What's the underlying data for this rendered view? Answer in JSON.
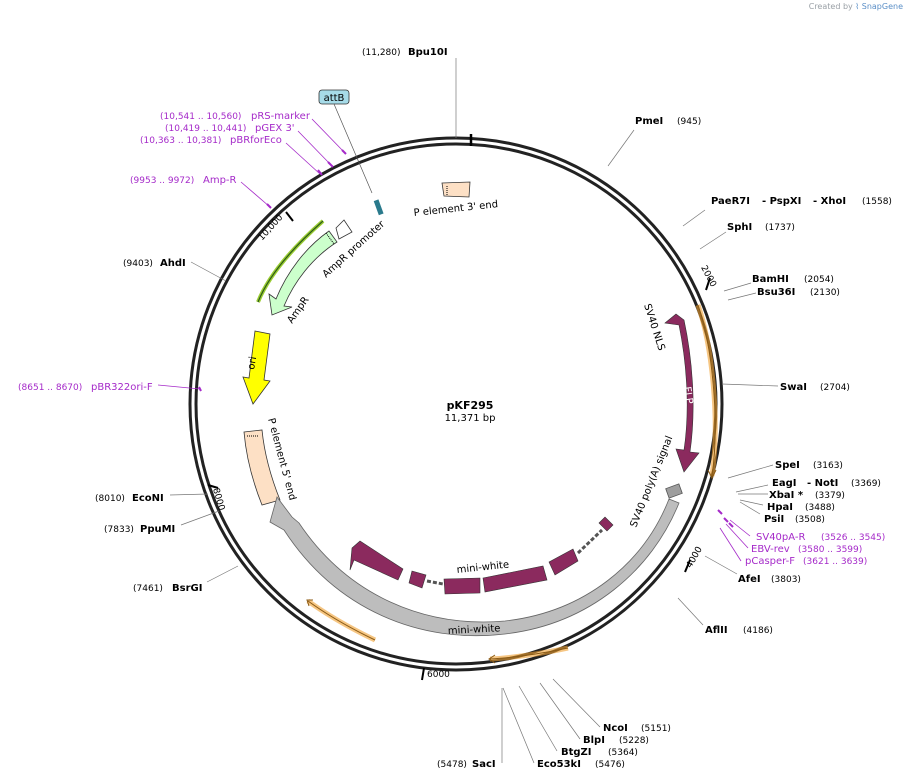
{
  "credit": {
    "prefix": "Created by",
    "brand": "SnapGene"
  },
  "plasmid": {
    "name": "pKF295",
    "size": "11,371 bp"
  },
  "ticks": [
    "2000",
    "4000",
    "6000",
    "8000",
    "10,000"
  ],
  "enzymes": [
    {
      "name": "Bpu10I",
      "pos": "(11,280)"
    },
    {
      "name": "PmeI",
      "pos": "(945)"
    },
    {
      "name": "PaeR7I",
      "name2": "- PspXI",
      "name3": "- XhoI",
      "pos": "(1558)"
    },
    {
      "name": "SphI",
      "pos": "(1737)"
    },
    {
      "name": "BamHI",
      "pos": "(2054)"
    },
    {
      "name": "Bsu36I",
      "pos": "(2130)"
    },
    {
      "name": "SwaI",
      "pos": "(2704)"
    },
    {
      "name": "SpeI",
      "pos": "(3163)"
    },
    {
      "name": "EagI",
      "name2": "- NotI",
      "pos": "(3369)"
    },
    {
      "name": "XbaI *",
      "pos": "(3379)"
    },
    {
      "name": "HpaI",
      "pos": "(3488)"
    },
    {
      "name": "PsiI",
      "pos": "(3508)"
    },
    {
      "name": "AfeI",
      "pos": "(3803)"
    },
    {
      "name": "AflII",
      "pos": "(4186)"
    },
    {
      "name": "NcoI",
      "pos": "(5151)"
    },
    {
      "name": "BlpI",
      "pos": "(5228)"
    },
    {
      "name": "BtgZI",
      "pos": "(5364)"
    },
    {
      "name": "Eco53kI",
      "pos": "(5476)"
    },
    {
      "name": "SacI",
      "pos": "(5478)"
    },
    {
      "name": "BsrGI",
      "pos": "(7461)"
    },
    {
      "name": "PpuMI",
      "pos": "(7833)"
    },
    {
      "name": "EcoNI",
      "pos": "(8010)"
    },
    {
      "name": "AhdI",
      "pos": "(9403)"
    }
  ],
  "primers": [
    {
      "name": "pRS-marker",
      "range": "(10,541 .. 10,560)"
    },
    {
      "name": "pGEX 3'",
      "range": "(10,419 .. 10,441)"
    },
    {
      "name": "pBRforEco",
      "range": "(10,363 .. 10,381)"
    },
    {
      "name": "Amp-R",
      "range": "(9953 .. 9972)"
    },
    {
      "name": "pBR322ori-F",
      "range": "(8651 .. 8670)"
    },
    {
      "name": "SV40pA-R",
      "range": "(3526 .. 3545)"
    },
    {
      "name": "EBV-rev",
      "range": "(3580 .. 3599)"
    },
    {
      "name": "pCasper-F",
      "range": "(3621 .. 3639)"
    }
  ],
  "features": {
    "attb": "attB",
    "p3": "P element 3' end",
    "ampr_promoter": "AmpR promoter",
    "ampr": "AmpR",
    "ori": "ori",
    "p5": "P element 5' end",
    "sv40nls": "SV40 NLS",
    "flp": "FLP",
    "sv40polya": "SV40 poly(A) signal",
    "miniwhite_inner": "mini-white",
    "miniwhite_outer": "mini-white"
  },
  "colors": {
    "backbone": "#222222",
    "primer": "#a52ac9",
    "maroon": "#8b2a5e",
    "orange": "#f0a030",
    "gray_feature": "#bdbdbd",
    "ampr": "#ccffcc",
    "ori": "#ffff00",
    "p_element": "#fde0c5",
    "attb": "#a6dbe8"
  }
}
